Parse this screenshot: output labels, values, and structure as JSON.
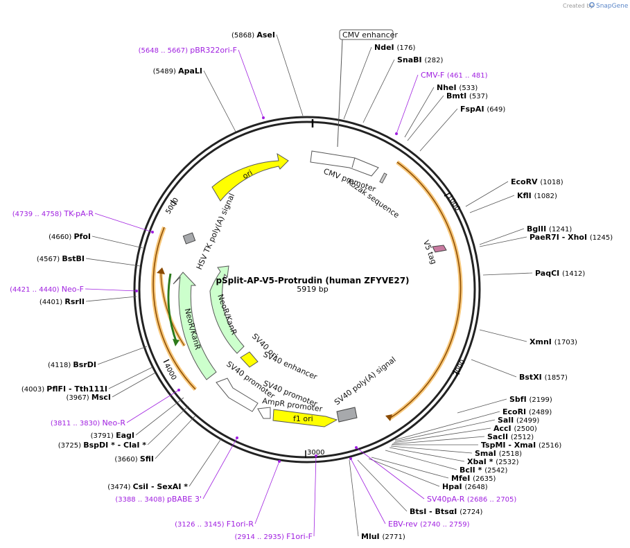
{
  "credit": {
    "created_by": "Created by",
    "brand": "SnapGene"
  },
  "plasmid": {
    "name": "pSplit-AP-V5-Protrudin (human ZFYVE27)",
    "length_text": "5919 bp"
  },
  "ticks": [
    "1000",
    "2000",
    "3000",
    "4000",
    "5000"
  ],
  "features": {
    "cmv_enhancer": "CMV enhancer",
    "cmv_promoter": "CMV promoter",
    "kozak": "Kozak sequence",
    "v5": "V5 tag",
    "sv40pa": "SV40 poly(A) signal",
    "f1ori": "f1 ori",
    "ampr_promoter": "AmpR promoter",
    "sv40_promoter_1": "SV40 promoter",
    "sv40_promoter_2": "SV40 promoter",
    "sv40_enhancer": "SV40 enhancer",
    "sv40_ori": "SV40 ori",
    "neokan_inner": "NeoR/KanR",
    "neokan_outer": "NeoR/KanR",
    "hsv_tk": "HSV TK poly(A) signal",
    "ori": "ori"
  },
  "labels": [
    {
      "id": "asei",
      "name": "AseI",
      "pos": "(5868)",
      "side": "L",
      "color": "site"
    },
    {
      "id": "pbr322",
      "name": "pBR322ori-F",
      "pos": "(5648 .. 5667)",
      "side": "L",
      "color": "primer"
    },
    {
      "id": "apali",
      "name": "ApaLI",
      "pos": "(5489)",
      "side": "L",
      "color": "site"
    },
    {
      "id": "tkpar",
      "name": "TK-pA-R",
      "pos": "(4739 .. 4758)",
      "side": "L",
      "color": "primer"
    },
    {
      "id": "pfoi",
      "name": "PfoI",
      "pos": "(4660)",
      "side": "L",
      "color": "site"
    },
    {
      "id": "bstbi",
      "name": "BstBI",
      "pos": "(4567)",
      "side": "L",
      "color": "site"
    },
    {
      "id": "neof",
      "name": "Neo-F",
      "pos": "(4421 .. 4440)",
      "side": "L",
      "color": "primer"
    },
    {
      "id": "rsrii",
      "name": "RsrII",
      "pos": "(4401)",
      "side": "L",
      "color": "site"
    },
    {
      "id": "bsrdi",
      "name": "BsrDI",
      "pos": "(4118)",
      "side": "L",
      "color": "site"
    },
    {
      "id": "pflfi",
      "name": "PflFI - Tth111I",
      "pos": "(4003)",
      "side": "L",
      "color": "site"
    },
    {
      "id": "msci",
      "name": "MscI",
      "pos": "(3967)",
      "side": "L",
      "color": "site"
    },
    {
      "id": "neor",
      "name": "Neo-R",
      "pos": "(3811 .. 3830)",
      "side": "L",
      "color": "primer"
    },
    {
      "id": "eagi",
      "name": "EagI",
      "pos": "(3791)",
      "side": "L",
      "color": "site"
    },
    {
      "id": "bspdi",
      "name": "BspDI * - ClaI *",
      "pos": "(3725)",
      "side": "L",
      "color": "site"
    },
    {
      "id": "sfii",
      "name": "SfiI",
      "pos": "(3660)",
      "side": "L",
      "color": "site"
    },
    {
      "id": "csii",
      "name": "CsiI - SexAI *",
      "pos": "(3474)",
      "side": "L",
      "color": "site"
    },
    {
      "id": "pbabe",
      "name": "pBABE 3'",
      "pos": "(3388 .. 3408)",
      "side": "L",
      "color": "primer"
    },
    {
      "id": "f1orir",
      "name": "F1ori-R",
      "pos": "(3126 .. 3145)",
      "side": "L",
      "color": "primer"
    },
    {
      "id": "f1orif",
      "name": "F1ori-F",
      "pos": "(2914 .. 2935)",
      "side": "L",
      "color": "primer"
    },
    {
      "id": "ndei",
      "name": "NdeI",
      "pos": "(176)",
      "side": "R",
      "color": "site"
    },
    {
      "id": "snabi",
      "name": "SnaBI",
      "pos": "(282)",
      "side": "R",
      "color": "site"
    },
    {
      "id": "cmvf",
      "name": "CMV-F",
      "pos": "(461 .. 481)",
      "side": "R",
      "color": "primer"
    },
    {
      "id": "nhei",
      "name": "NheI",
      "pos": "(533)",
      "side": "R",
      "color": "site"
    },
    {
      "id": "bmti",
      "name": "BmtI",
      "pos": "(537)",
      "side": "R",
      "color": "site"
    },
    {
      "id": "fspai",
      "name": "FspAI",
      "pos": "(649)",
      "side": "R",
      "color": "site"
    },
    {
      "id": "ecorv",
      "name": "EcoRV",
      "pos": "(1018)",
      "side": "R",
      "color": "site"
    },
    {
      "id": "kfli",
      "name": "KflI",
      "pos": "(1082)",
      "side": "R",
      "color": "site"
    },
    {
      "id": "bglii",
      "name": "BglII",
      "pos": "(1241)",
      "side": "R",
      "color": "site"
    },
    {
      "id": "paer7i",
      "name": "PaeR7I - XhoI",
      "pos": "(1245)",
      "side": "R",
      "color": "site"
    },
    {
      "id": "paqci",
      "name": "PaqCI",
      "pos": "(1412)",
      "side": "R",
      "color": "site"
    },
    {
      "id": "xmni",
      "name": "XmnI",
      "pos": "(1703)",
      "side": "R",
      "color": "site"
    },
    {
      "id": "bstxi",
      "name": "BstXI",
      "pos": "(1857)",
      "side": "R",
      "color": "site"
    },
    {
      "id": "sbfi",
      "name": "SbfI",
      "pos": "(2199)",
      "side": "R",
      "color": "site"
    },
    {
      "id": "ecori",
      "name": "EcoRI",
      "pos": "(2489)",
      "side": "R",
      "color": "site"
    },
    {
      "id": "sali",
      "name": "SalI",
      "pos": "(2499)",
      "side": "R",
      "color": "site"
    },
    {
      "id": "acci",
      "name": "AccI",
      "pos": "(2500)",
      "side": "R",
      "color": "site"
    },
    {
      "id": "sacii",
      "name": "SacII",
      "pos": "(2512)",
      "side": "R",
      "color": "site"
    },
    {
      "id": "tspmi",
      "name": "TspMI - XmaI",
      "pos": "(2516)",
      "side": "R",
      "color": "site"
    },
    {
      "id": "smai",
      "name": "SmaI",
      "pos": "(2518)",
      "side": "R",
      "color": "site"
    },
    {
      "id": "xbai",
      "name": "XbaI *",
      "pos": "(2532)",
      "side": "R",
      "color": "site"
    },
    {
      "id": "bcli",
      "name": "BclI *",
      "pos": "(2542)",
      "side": "R",
      "color": "site"
    },
    {
      "id": "mfei",
      "name": "MfeI",
      "pos": "(2635)",
      "side": "R",
      "color": "site"
    },
    {
      "id": "hpai",
      "name": "HpaI",
      "pos": "(2648)",
      "side": "R",
      "color": "site"
    },
    {
      "id": "sv40par",
      "name": "SV40pA-R",
      "pos": "(2686 .. 2705)",
      "side": "R",
      "color": "primer"
    },
    {
      "id": "btsi",
      "name": "BtsI - BtsαI",
      "pos": "(2724)",
      "side": "R",
      "color": "site"
    },
    {
      "id": "ebvrev",
      "name": "EBV-rev",
      "pos": "(2740 .. 2759)",
      "side": "R",
      "color": "primer"
    },
    {
      "id": "mlui",
      "name": "MluI",
      "pos": "(2771)",
      "side": "R",
      "color": "site"
    }
  ]
}
